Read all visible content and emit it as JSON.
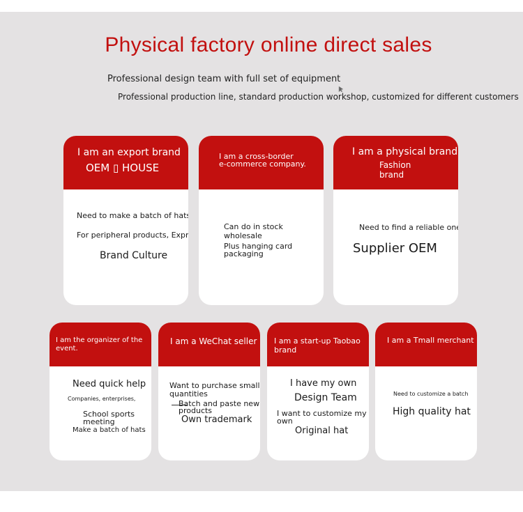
{
  "title": "Physical factory online direct sales",
  "subtitle_1": "Professional design team with full set of equipment",
  "subtitle_2": "Professional production line, standard production workshop, customized for different customers",
  "cards": [
    {
      "header": [
        "I am an export brand",
        "OEM ▯ HOUSE"
      ],
      "body": [
        "Need to make a batch of hats",
        "For peripheral products, Express",
        "Brand Culture"
      ]
    },
    {
      "header": [
        "I am a cross-border",
        "e-commerce company."
      ],
      "body": [
        "Can do in stock",
        "wholesale",
        "Plus hanging card",
        "packaging"
      ]
    },
    {
      "header": [
        "I am a physical brand",
        "Fashion",
        "brand"
      ],
      "body": [
        "Need to find a reliable one",
        "Supplier OEM"
      ]
    },
    {
      "header": [
        "I am the organizer of the",
        "event."
      ],
      "body": [
        "Need quick help",
        "Companies, enterprises,",
        "School sports",
        "meeting",
        "Make a batch of hats"
      ]
    },
    {
      "header": [
        "I am a WeChat seller"
      ],
      "body": [
        "Want to purchase small",
        "quantities",
        "Batch and paste new",
        "products",
        "Own trademark"
      ]
    },
    {
      "header": [
        "I am a start-up Taobao",
        "brand"
      ],
      "body": [
        "I have my own",
        "Design Team",
        "I want to customize my",
        "own",
        "Original hat"
      ]
    },
    {
      "header": [
        "I am a Tmall merchant"
      ],
      "body": [
        "Need to customize a batch",
        "High quality hat"
      ]
    }
  ]
}
